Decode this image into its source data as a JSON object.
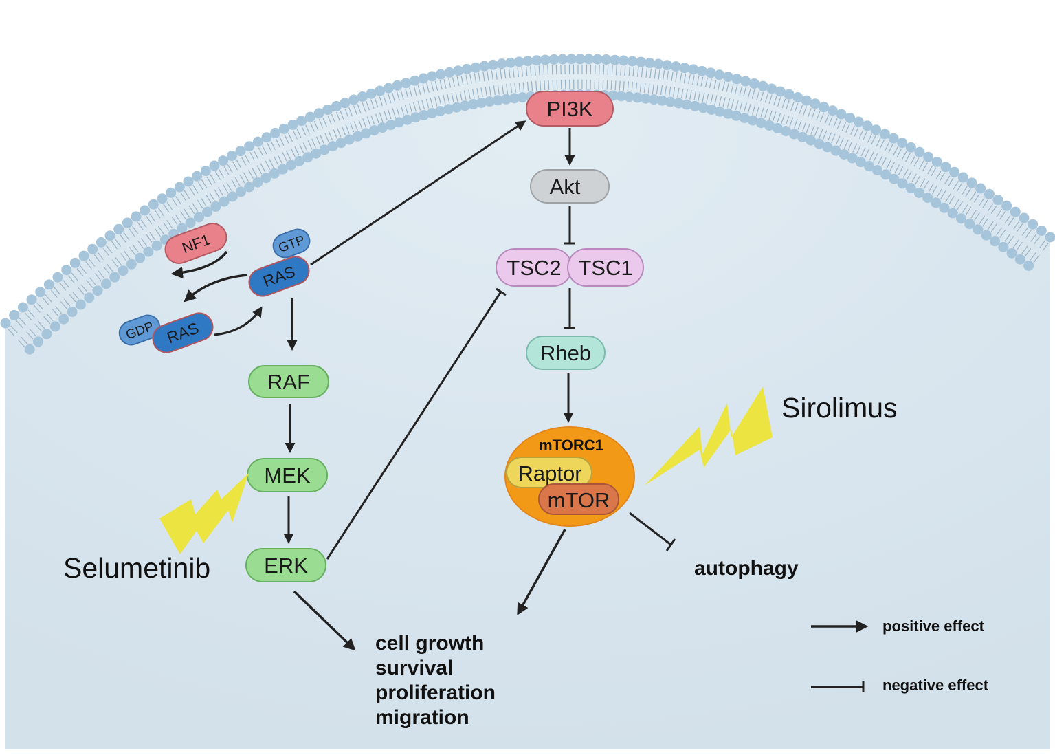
{
  "colors": {
    "background": "#ffffff",
    "cytoplasm": "#d6e4ee",
    "membrane_head": "#a6c4da",
    "membrane_tail": "#9ab3c5",
    "pi3k": "#e8818a",
    "akt": "#cfd2d4",
    "tsc": "#eac9ec",
    "rheb": "#b4e5d9",
    "mapk": "#99dc92",
    "ras": "#2f78c4",
    "gtp_gdp": "#5f9ad7",
    "nf1": "#e8818a",
    "mtorc1": "#f29a18",
    "raptor": "#edd65a",
    "mtor": "#d9774a",
    "lightning": "#ece440",
    "arrow": "#222222"
  },
  "nodes": {
    "pi3k": "PI3K",
    "akt": "Akt",
    "tsc2": "TSC2",
    "tsc1": "TSC1",
    "rheb": "Rheb",
    "mtorc1": "mTORC1",
    "raptor": "Raptor",
    "mtor": "mTOR",
    "nf1": "NF1",
    "gtp": "GTP",
    "ras_active": "RAS",
    "gdp": "GDP",
    "ras_inactive": "RAS",
    "raf": "RAF",
    "mek": "MEK",
    "erk": "ERK"
  },
  "drugs": {
    "selumetinib": "Selumetinib",
    "sirolimus": "Sirolimus"
  },
  "outcomes": {
    "autophagy": "autophagy",
    "cell_effects": [
      "cell growth",
      "survival",
      "proliferation",
      "migration"
    ]
  },
  "legend": {
    "positive": "positive effect",
    "negative": "negative effect"
  }
}
